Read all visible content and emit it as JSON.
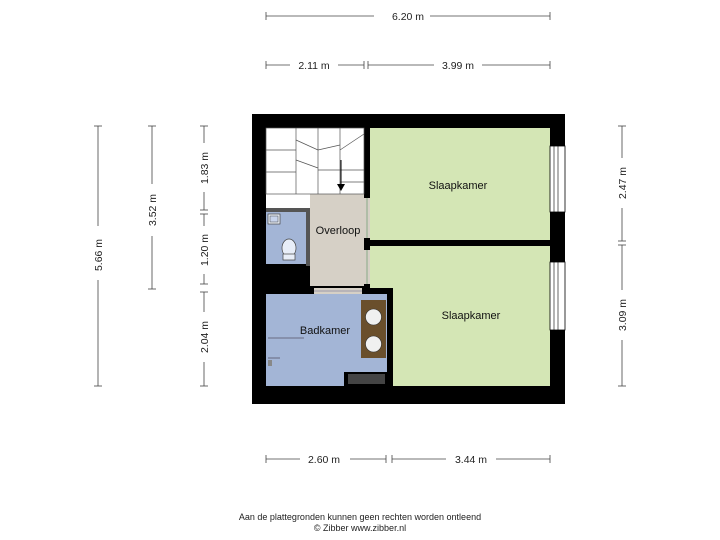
{
  "rooms": {
    "slaapkamer_1": "Slaapkamer",
    "slaapkamer_2": "Slaapkamer",
    "overloop": "Overloop",
    "badkamer": "Badkamer"
  },
  "dimensions": {
    "top_total": "6.20 m",
    "top_left": "2.11 m",
    "top_right": "3.99 m",
    "bottom_left": "2.60 m",
    "bottom_right": "3.44 m",
    "left_total": "5.66 m",
    "left_upper": "3.52 m",
    "left_a": "1.83 m",
    "left_b": "1.20 m",
    "left_c": "2.04 m",
    "right_upper": "2.47 m",
    "right_lower": "3.09 m"
  },
  "footer": {
    "line1": "Aan de plattegronden kunnen geen rechten worden ontleend",
    "line2": "© Zibber www.zibber.nl"
  },
  "colors": {
    "wall": "#000000",
    "bedroom": "#d4e6b5",
    "landing": "#d6d0c6",
    "bathroom": "#a3b5d6",
    "fixture": "#6a4f2c",
    "window": "#ffffff"
  }
}
